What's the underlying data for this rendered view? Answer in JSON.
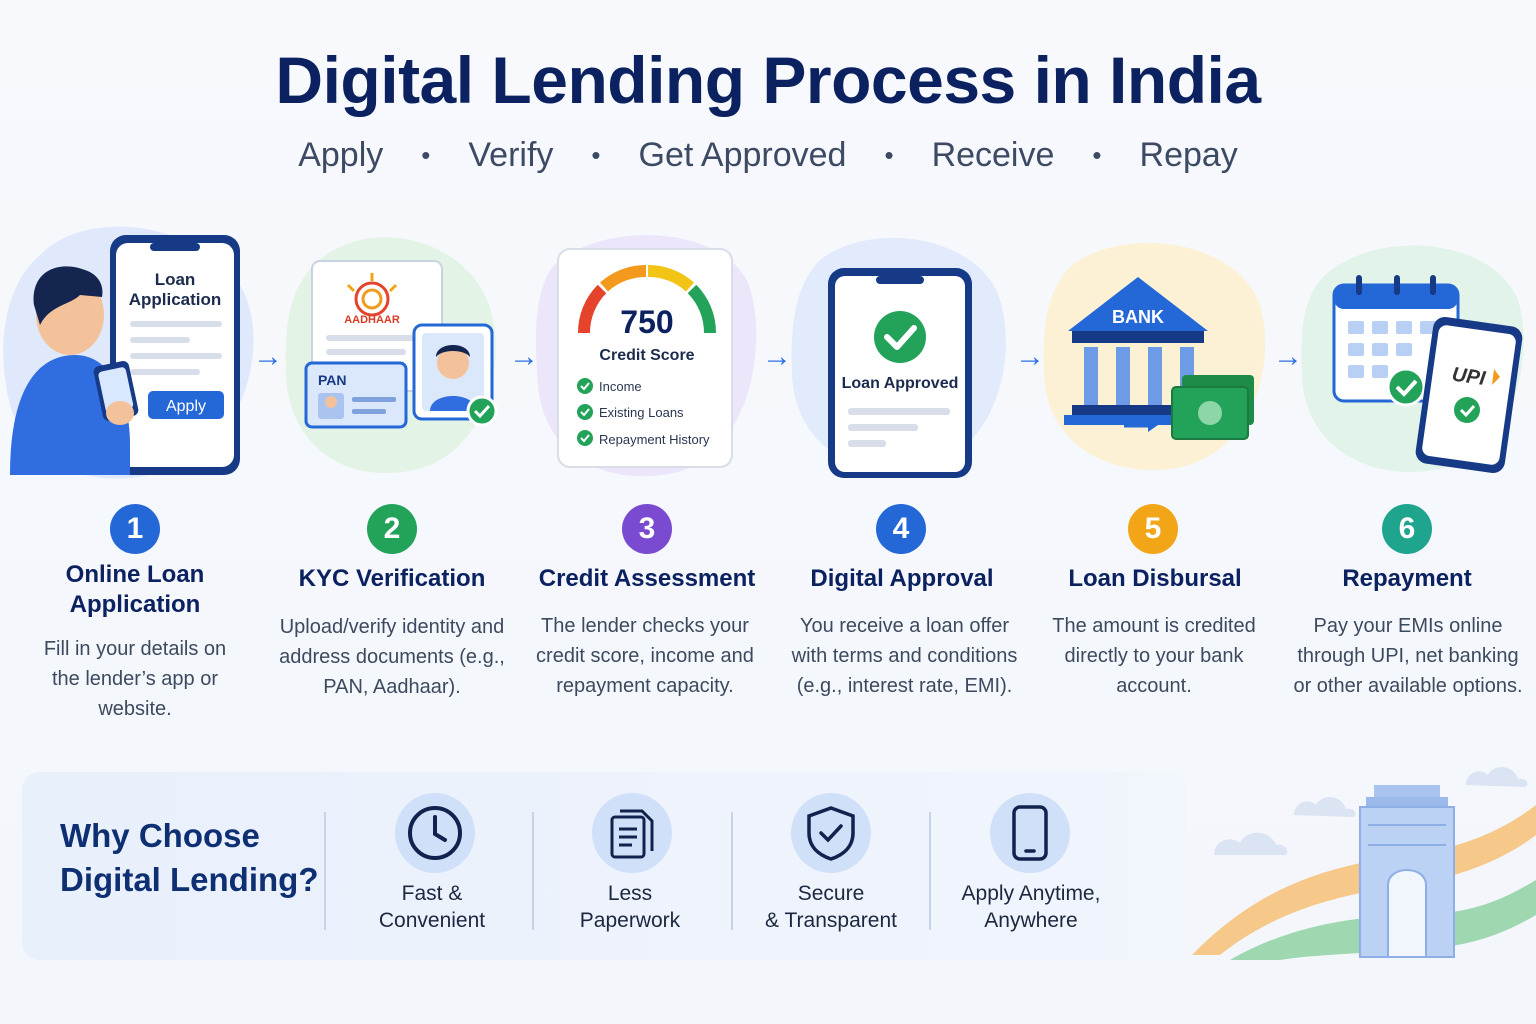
{
  "title": "Digital Lending Process in India",
  "subtitle": [
    "Apply",
    "Verify",
    "Get Approved",
    "Receive",
    "Repay"
  ],
  "subtitle_separator": "•",
  "arrow": "→",
  "colors": {
    "step1": "#2467d6",
    "step2": "#23a35a",
    "step3": "#7a4bd1",
    "step4": "#2467d6",
    "step5": "#f2a516",
    "step6": "#1fa58e"
  },
  "steps": [
    {
      "number": "1",
      "title": "Online Loan Application",
      "desc": "Fill in your details on the lender’s app or website."
    },
    {
      "number": "2",
      "title": "KYC Verification",
      "desc": "Upload/verify identity and address documents (e.g., PAN, Aadhaar)."
    },
    {
      "number": "3",
      "title": "Credit Assessment",
      "desc": "The lender checks your credit score, income and repayment capacity."
    },
    {
      "number": "4",
      "title": "Digital Approval",
      "desc": "You receive a loan offer with terms and conditions (e.g., interest rate, EMI)."
    },
    {
      "number": "5",
      "title": "Loan Disbursal",
      "desc": "The amount is credited directly to your bank account."
    },
    {
      "number": "6",
      "title": "Repayment",
      "desc": "Pay your EMIs online through UPI, net banking or other available options."
    }
  ],
  "illustrations": {
    "app_title_1": "Loan",
    "app_title_2": "Application",
    "apply_button": "Apply",
    "aadhaar": "AADHAAR",
    "pan": "PAN",
    "score_value": "750",
    "score_label": "Credit Score",
    "score_checks": [
      "Income",
      "Existing Loans",
      "Repayment History"
    ],
    "approved_label": "Loan Approved",
    "bank_label": "BANK",
    "upi_label": "UPI"
  },
  "why": {
    "title_line1": "Why Choose",
    "title_line2": "Digital Lending?",
    "features": [
      {
        "line1": "Fast &",
        "line2": "Convenient",
        "icon": "clock-icon"
      },
      {
        "line1": "Less",
        "line2": "Paperwork",
        "icon": "document-icon"
      },
      {
        "line1": "Secure",
        "line2": "& Transparent",
        "icon": "shield-icon"
      },
      {
        "line1": "Apply Anytime,",
        "line2": "Anywhere",
        "icon": "smartphone-icon"
      }
    ]
  }
}
